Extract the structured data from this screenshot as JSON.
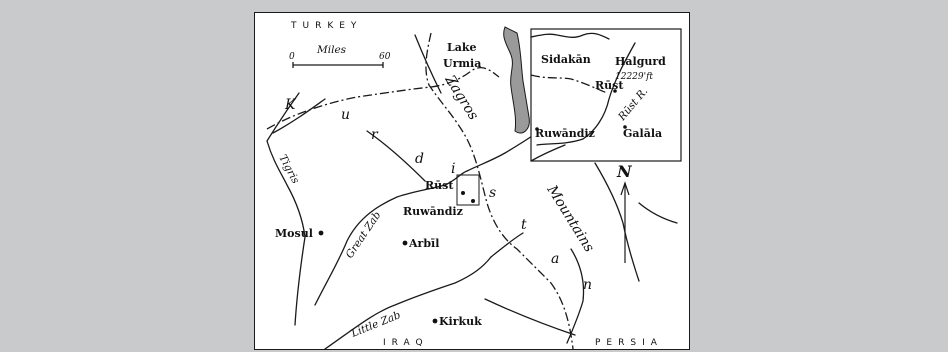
{
  "colors": {
    "background": "#c9cacc",
    "paper": "#ffffff",
    "ink": "#1a1a1a",
    "lake": "#9a9a9a"
  },
  "map": {
    "edge_top": "TURKEY",
    "edge_bottom_left": "IRAQ",
    "edge_bottom_right": "PERSIA",
    "scale": {
      "title": "Miles",
      "start": "0",
      "end": "60"
    },
    "lake": "Lake Urmia",
    "regions": [
      "K",
      "u",
      "r",
      "d",
      "i",
      "s",
      "t",
      "a",
      "n"
    ],
    "mountains": "Zagros Mountains",
    "rivers": {
      "tigris": "Tigris",
      "great_zab": "Great Zab",
      "little_zab": "Little Zab"
    },
    "cities": {
      "rust": "Rūst",
      "ruwandiz": "Ruwāndiz",
      "mosul": "Mosul",
      "arbil": "Arbīl",
      "kirkuk": "Kirkuk"
    },
    "north": "N"
  },
  "inset": {
    "sidakan": "Sidakān",
    "halgurd": "Halgurd",
    "halgurd_height": "12229'ft",
    "rust": "Rūst",
    "rust_river": "Rūst R.",
    "ruwandiz": "Ruwāndiz",
    "galala": "Galāla"
  }
}
